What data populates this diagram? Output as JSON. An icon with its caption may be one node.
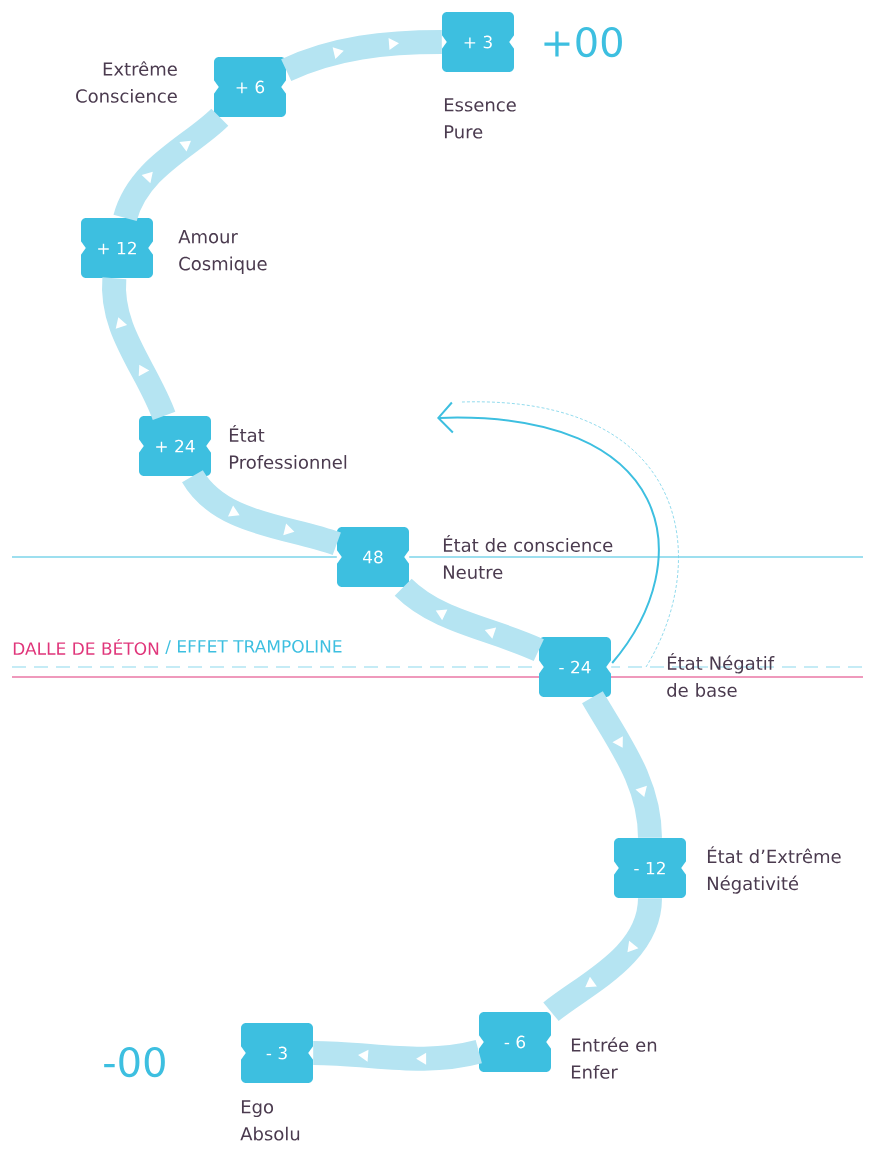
{
  "diagram": {
    "nodes": [
      {
        "text": [
          "+ 3"
        ],
        "beside": [
          "Essence Pure"
        ]
      },
      {
        "text": [
          "+ 6"
        ],
        "beside": [
          "Extrême Conscience"
        ]
      },
      {
        "text": [
          "+ 12"
        ],
        "beside": [
          "Amour Cosmique"
        ]
      },
      {
        "text": [
          "+ 24"
        ],
        "beside": [
          "État Professionnel"
        ]
      },
      {
        "text": [
          "48"
        ],
        "beside": [
          "État de conscience Neutre"
        ]
      },
      {
        "text": [
          "- 24"
        ],
        "beside": [
          "État Négatif de base"
        ]
      },
      {
        "text": [
          "- 12"
        ],
        "beside": [
          "État d’Extrême Négativité"
        ]
      },
      {
        "text": [
          "- 6"
        ],
        "beside": [
          "Entrée en Enfer"
        ]
      },
      {
        "text": [
          "- 3"
        ],
        "beside": [
          "Ego Absolu"
        ]
      }
    ],
    "edges": [
      {
        "from": 1,
        "to": 0,
        "arrow": "to"
      },
      {
        "from": 2,
        "to": 1,
        "arrow": "to"
      },
      {
        "from": 3,
        "to": 2,
        "arrow": "to"
      },
      {
        "from": 3,
        "to": 4,
        "arrow": "to"
      },
      {
        "from": 5,
        "to": 4,
        "arrow": "to"
      },
      {
        "from": 5,
        "to": 6,
        "arrow": "to"
      },
      {
        "from": 6,
        "to": 7,
        "arrow": "to"
      },
      {
        "from": 7,
        "to": 8,
        "arrow": "to"
      },
      {
        "from": 5,
        "to": null,
        "arrow": "to",
        "color": "#3dbfe0"
      }
    ],
    "labels": [
      "+00",
      "-00",
      "DALLE DE BÉTON",
      "/ EFFET TRAMPOLINE"
    ]
  }
}
